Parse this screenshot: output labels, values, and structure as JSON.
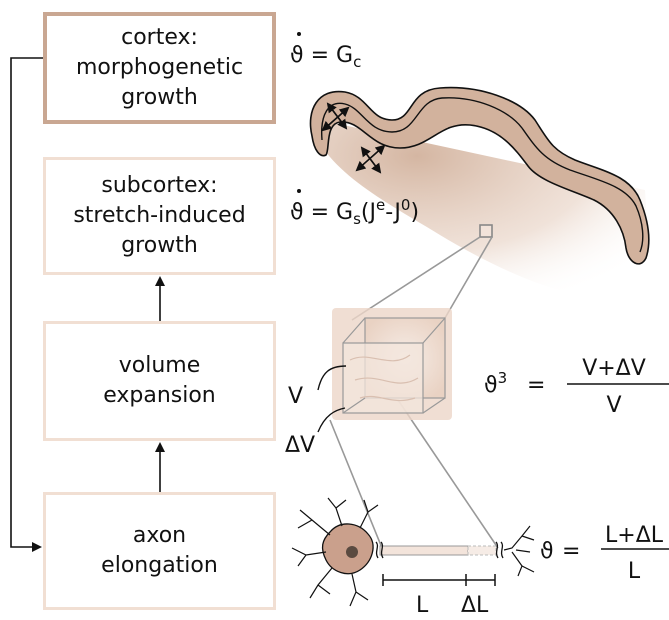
{
  "boxes": {
    "cortex": [
      "cortex:",
      "morphogenetic",
      "growth"
    ],
    "subcortex": [
      "subcortex:",
      "stretch-induced",
      "growth"
    ],
    "volume": [
      "volume",
      "expansion"
    ],
    "axon": [
      "axon",
      "elongation"
    ]
  },
  "equations": {
    "cortex": {
      "lhs": "ϑ",
      "rest": " = G",
      "sub": "c"
    },
    "subcortex": {
      "lhs": "ϑ",
      "rest": " = G",
      "sub": "s",
      "paren_open": "(J",
      "sup1": "e",
      "mid": "-J",
      "sup2": "0",
      "paren_close": ")"
    },
    "volume": {
      "lhs": "ϑ",
      "sup": "3",
      "eq": "=",
      "numerator": "V+ΔV",
      "denominator": "V"
    },
    "axon": {
      "lhs": "ϑ",
      "eq": "=",
      "numerator": "L+ΔL",
      "denominator": "L"
    }
  },
  "labels": {
    "v": "V",
    "dv": "ΔV",
    "l": "L",
    "dl": "ΔL"
  },
  "colors": {
    "tissue": "#d2b29d",
    "box_border_strong": "#c9a792",
    "box_border_light": "#f1dfd3",
    "neuron": "#caa08c"
  }
}
